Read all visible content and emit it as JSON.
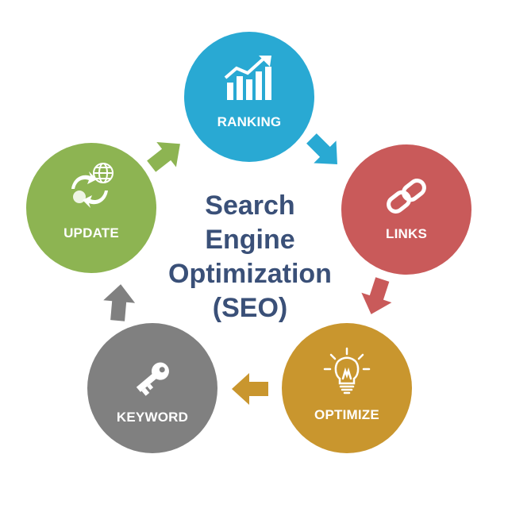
{
  "title_lines": [
    "Search",
    "Engine",
    "Optimization",
    "(SEO)"
  ],
  "colors": {
    "ranking": "#29a9d3",
    "links": "#c95a5a",
    "optimize": "#c9962e",
    "keyword": "#808080",
    "update": "#8db452",
    "title": "#3a5078"
  },
  "nodes": [
    {
      "id": "ranking",
      "label": "RANKING",
      "icon": "bar-chart-growth-icon"
    },
    {
      "id": "links",
      "label": "LINKS",
      "icon": "chain-link-icon"
    },
    {
      "id": "optimize",
      "label": "OPTIMIZE",
      "icon": "light-bulb-icon"
    },
    {
      "id": "keyword",
      "label": "KEYWORD",
      "icon": "key-icon"
    },
    {
      "id": "update",
      "label": "UPDATE",
      "icon": "globe-refresh-icon"
    }
  ],
  "flow": [
    "ranking",
    "links",
    "optimize",
    "keyword",
    "update",
    "ranking"
  ]
}
